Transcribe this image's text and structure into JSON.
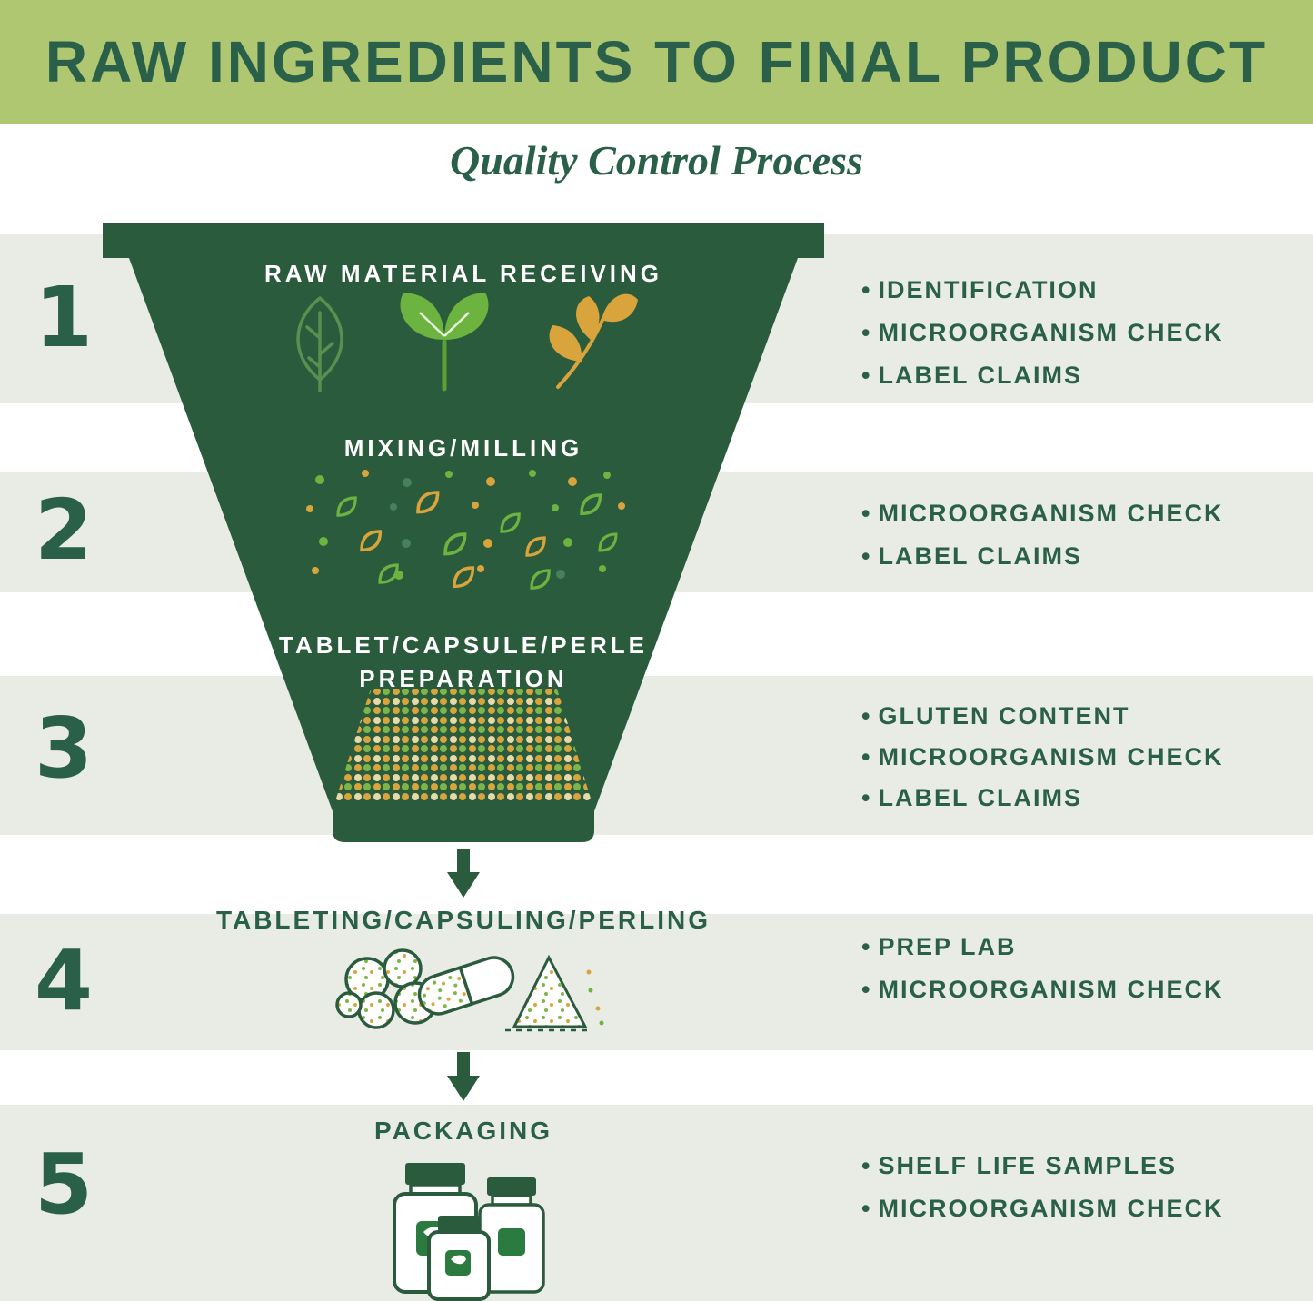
{
  "header": {
    "title": "RAW INGREDIENTS TO FINAL PRODUCT",
    "subtitle": "Quality Control Process"
  },
  "funnel": {
    "stage1": "RAW MATERIAL RECEIVING",
    "stage2": "MIXING/MILLING",
    "stage3_line1": "TABLET/CAPSULE/PERLE",
    "stage3_line2": "PREPARATION"
  },
  "flow": {
    "step4_label": "TABLETING/CAPSULING/PERLING",
    "step5_label": "PACKAGING"
  },
  "steps": [
    {
      "number": "1",
      "bullets": [
        "IDENTIFICATION",
        "MICROORGANISM CHECK",
        "LABEL CLAIMS"
      ]
    },
    {
      "number": "2",
      "bullets": [
        "MICROORGANISM CHECK",
        "LABEL CLAIMS"
      ]
    },
    {
      "number": "3",
      "bullets": [
        "GLUTEN CONTENT",
        "MICROORGANISM CHECK",
        "LABEL CLAIMS"
      ]
    },
    {
      "number": "4",
      "bullets": [
        "PREP LAB",
        "MICROORGANISM CHECK"
      ]
    },
    {
      "number": "5",
      "bullets": [
        "SHELF LIFE SAMPLES",
        "MICROORGANISM CHECK"
      ]
    }
  ],
  "colors": {
    "banner_bg": "#afc771",
    "funnel_green": "#2b5b3d",
    "text_green": "#2a6049",
    "band_bg": "#e9ece4",
    "accent_yellow": "#d9a43b",
    "leaf_green": "#6cb33f"
  }
}
